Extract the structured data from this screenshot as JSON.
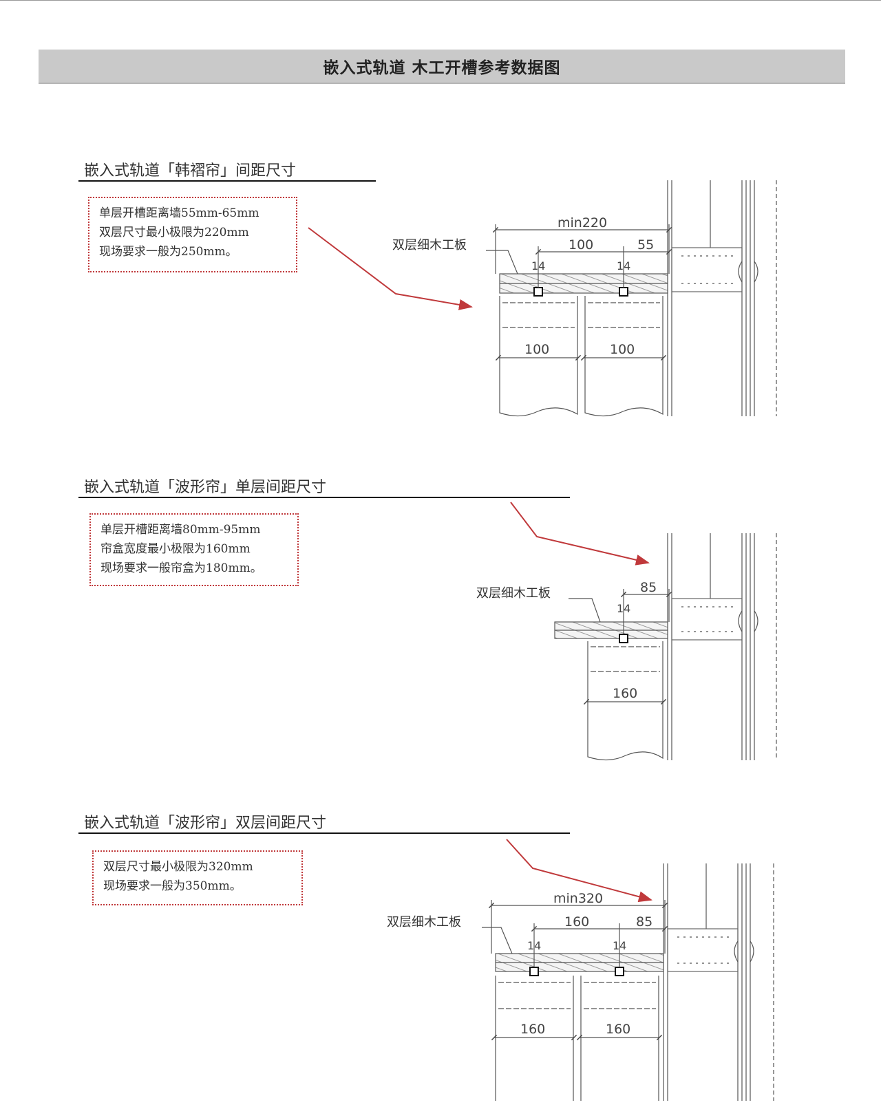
{
  "header": {
    "title": "嵌入式轨道  木工开槽参考数据图"
  },
  "sections": [
    {
      "title": "嵌入式轨道「韩褶帘」间距尺寸",
      "notes": [
        "单层开槽距离墙55mm-65mm",
        "双层尺寸最小极限为220mm",
        "现场要求一般为250mm。"
      ],
      "board_label": "双层细木工板",
      "dims": {
        "total": "min220",
        "gap": "100",
        "wall": "55",
        "slot_a": "14",
        "slot_b": "14",
        "width_a": "100",
        "width_b": "100"
      }
    },
    {
      "title": "嵌入式轨道「波形帘」单层间距尺寸",
      "notes": [
        "单层开槽距离墙80mm-95mm",
        "帘盒宽度最小极限为160mm",
        "现场要求一般帘盒为180mm。"
      ],
      "board_label": "双层细木工板",
      "dims": {
        "wall": "85",
        "slot_a": "14",
        "width_a": "160"
      }
    },
    {
      "title": "嵌入式轨道「波形帘」双层间距尺寸",
      "notes": [
        "双层尺寸最小极限为320mm",
        "现场要求一般为350mm。"
      ],
      "board_label": "双层细木工板",
      "dims": {
        "total": "min320",
        "gap": "160",
        "wall": "85",
        "slot_a": "14",
        "slot_b": "14",
        "width_a": "160",
        "width_b": "160"
      }
    }
  ],
  "colors": {
    "header_bg": "#c9c9c9",
    "annotation_red": "#c0393b",
    "line": "#555555"
  }
}
